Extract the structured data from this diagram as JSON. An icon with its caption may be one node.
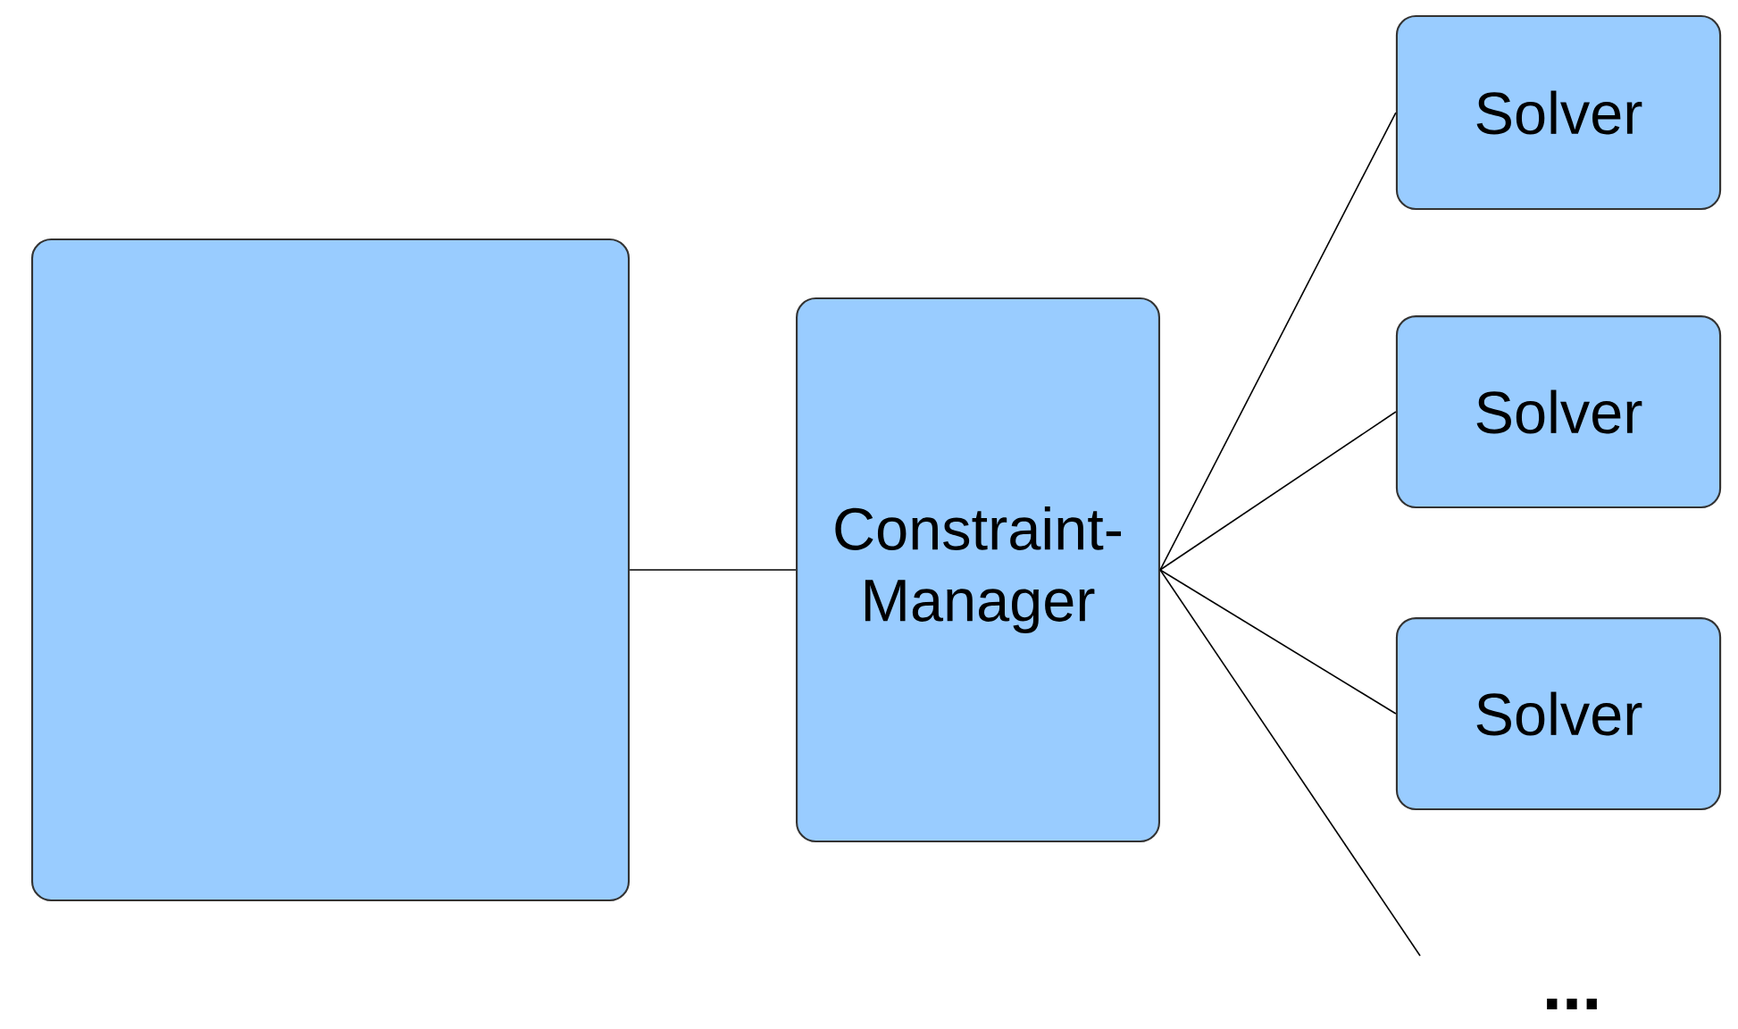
{
  "diagram": {
    "nodes": [
      {
        "text": [],
        "shape": "box"
      },
      {
        "text": [
          "Constraint- Manager"
        ]
      },
      {
        "text": [
          "Solver"
        ]
      },
      {
        "text": [
          "Solver"
        ]
      },
      {
        "text": [
          "Solver"
        ]
      }
    ],
    "edges": [
      {
        "from": 0,
        "to": 1,
        "arrow": "none"
      },
      {
        "from": 1,
        "to": 2,
        "arrow": "none"
      },
      {
        "from": 1,
        "to": 3,
        "arrow": "none"
      },
      {
        "from": 1,
        "to": 4,
        "arrow": "none"
      },
      {
        "from": 1,
        "to": null,
        "arrow": "none"
      }
    ],
    "labels": [
      "..."
    ]
  }
}
